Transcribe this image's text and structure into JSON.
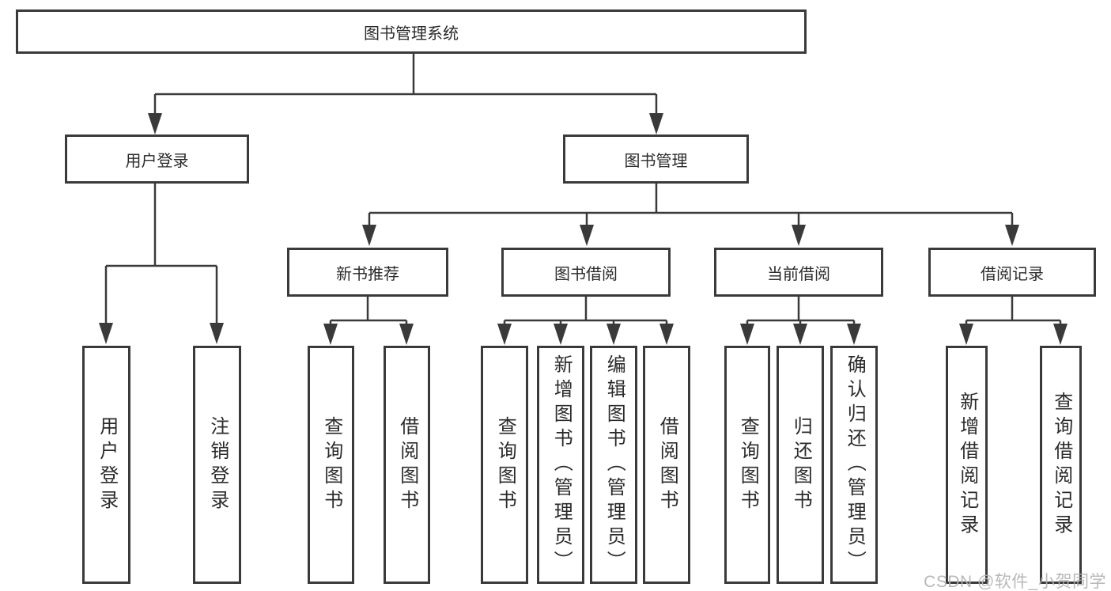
{
  "tree": {
    "label": "图书管理系统",
    "children": [
      {
        "label": "用户登录",
        "children": [
          {
            "label": "用户登录"
          },
          {
            "label": "注销登录"
          }
        ]
      },
      {
        "label": "图书管理",
        "children": [
          {
            "label": "新书推荐",
            "children": [
              {
                "label": "查询图书"
              },
              {
                "label": "借阅图书"
              }
            ]
          },
          {
            "label": "图书借阅",
            "children": [
              {
                "label": "查询图书"
              },
              {
                "label": "新增图书（管理员）"
              },
              {
                "label": "编辑图书（管理员）"
              },
              {
                "label": "借阅图书"
              }
            ]
          },
          {
            "label": "当前借阅",
            "children": [
              {
                "label": "查询图书"
              },
              {
                "label": "归还图书"
              },
              {
                "label": "确认归还（管理员）"
              }
            ]
          },
          {
            "label": "借阅记录",
            "children": [
              {
                "label": "新增借阅记录"
              },
              {
                "label": "查询借阅记录"
              }
            ]
          }
        ]
      }
    ]
  },
  "watermark": "CSDN @软件_小贺同学",
  "colors": {
    "line": "#3a3a3a",
    "text": "#2b2b2b",
    "background": "#ffffff",
    "watermark": "#b1b1b1"
  }
}
